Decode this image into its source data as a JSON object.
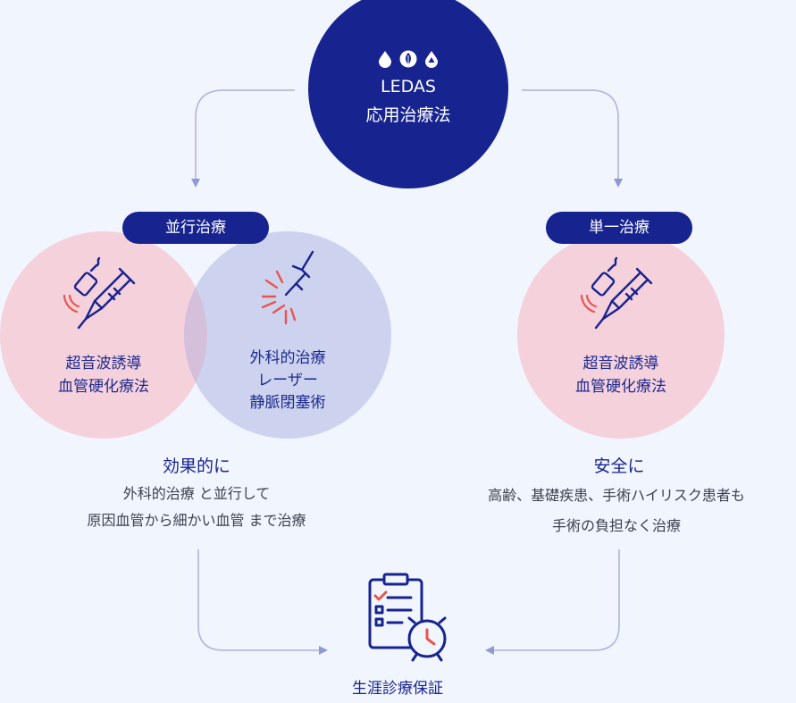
{
  "top": {
    "title": "LEDAS",
    "subtitle": "応用治療法",
    "icons": [
      "drop-icon",
      "leaf-icon",
      "triangle-drop-icon"
    ]
  },
  "left_branch": {
    "pill": "並行治療",
    "circle_pink": [
      "超音波誘導",
      "血管硬化療法"
    ],
    "circle_blue": [
      "外科的治療",
      "レーザー",
      "静脈閉塞術"
    ],
    "heading": "効果的に",
    "desc": [
      "外科的治療 と並行して",
      "原因血管から細かい血管 まで治療"
    ]
  },
  "right_branch": {
    "pill": "単一治療",
    "circle_pink": [
      "超音波誘導",
      "血管硬化療法"
    ],
    "heading": "安全に",
    "desc": [
      "高齢、基礎疾患、手術ハイリスク患者も",
      "手術の負担なく治療"
    ]
  },
  "bottom": {
    "label": "生涯診療保証",
    "icon": "checklist-clock-icon"
  },
  "colors": {
    "navy": "#17238f",
    "pink": "#f6c4ce",
    "lavender": "#c3c9ea",
    "accent_red": "#e8554e",
    "arrow": "#8f9ad4"
  }
}
